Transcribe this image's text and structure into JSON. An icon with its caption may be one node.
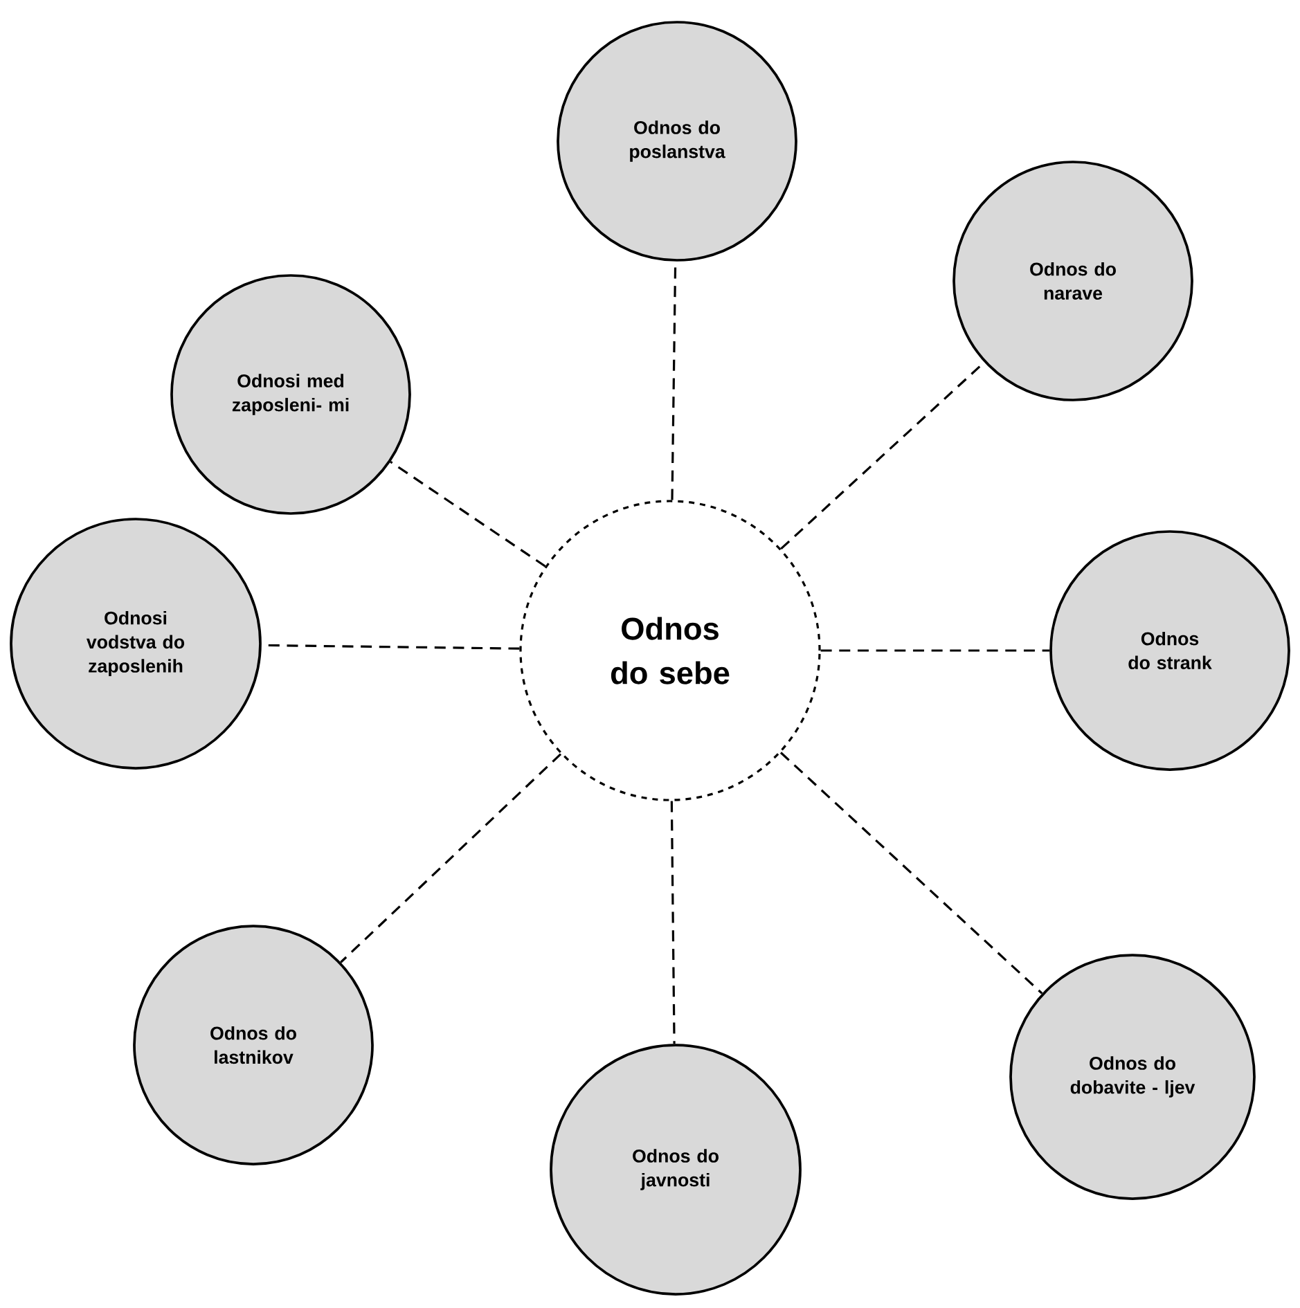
{
  "diagram": {
    "nodes": [
      {
        "text": [
          "Odnos do sebe"
        ]
      },
      {
        "text": [
          "Odnos do poslanstva"
        ]
      },
      {
        "text": [
          "Odnos do narave"
        ]
      },
      {
        "text": [
          "Odnos do strank"
        ]
      },
      {
        "text": [
          "Odnos do dobavite - ljev"
        ]
      },
      {
        "text": [
          "Odnos do javnosti"
        ]
      },
      {
        "text": [
          "Odnos do lastnikov"
        ]
      },
      {
        "text": [
          "Odnosi vodstva do zaposlenih"
        ]
      },
      {
        "text": [
          "Odnosi med zaposleni- mi"
        ]
      }
    ],
    "edges": [
      {
        "from": 0,
        "to": 1,
        "arrow": "none",
        "style": "dashed"
      },
      {
        "from": 0,
        "to": 2,
        "arrow": "none",
        "style": "dashed"
      },
      {
        "from": 0,
        "to": 3,
        "arrow": "none",
        "style": "dashed"
      },
      {
        "from": 0,
        "to": 4,
        "arrow": "none",
        "style": "dashed"
      },
      {
        "from": 0,
        "to": 5,
        "arrow": "none",
        "style": "dashed"
      },
      {
        "from": 0,
        "to": 6,
        "arrow": "none",
        "style": "dashed"
      },
      {
        "from": 0,
        "to": 7,
        "arrow": "none",
        "style": "dashed"
      },
      {
        "from": 0,
        "to": 8,
        "arrow": "none",
        "style": "dashed"
      }
    ]
  }
}
